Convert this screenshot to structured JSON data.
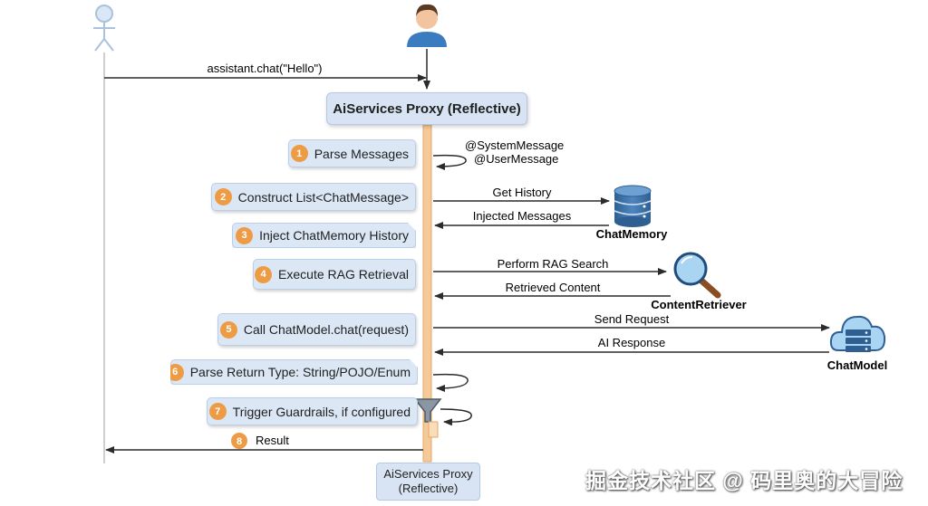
{
  "top_call": "assistant.chat(\"Hello\")",
  "proxy_top": "AiServices Proxy (Reflective)",
  "proxy_bottom": {
    "line1": "AiServices Proxy",
    "line2": "(Reflective)"
  },
  "annotations": {
    "system_message": "@SystemMessage",
    "user_message": "@UserMessage"
  },
  "steps": [
    {
      "num": "1",
      "label": "Parse Messages"
    },
    {
      "num": "2",
      "label": "Construct List<ChatMessage>"
    },
    {
      "num": "3",
      "label": "Inject ChatMemory History"
    },
    {
      "num": "4",
      "label": "Execute RAG Retrieval"
    },
    {
      "num": "5",
      "label": "Call ChatModel.chat(request)"
    },
    {
      "num": "6",
      "label": "Parse Return Type: String/POJO/Enum"
    },
    {
      "num": "7",
      "label": "Trigger Guardrails, if configured"
    },
    {
      "num": "8",
      "label": "Result"
    }
  ],
  "messages": {
    "get_history": "Get History",
    "injected_messages": "Injected Messages",
    "perform_rag": "Perform RAG Search",
    "retrieved_content": "Retrieved Content",
    "send_request": "Send Request",
    "ai_response": "AI Response"
  },
  "participants": {
    "chat_memory": "ChatMemory",
    "content_retriever": "ContentRetriever",
    "chat_model": "ChatModel"
  },
  "icons": [
    "actor-icon",
    "user-avatar-icon",
    "database-icon",
    "magnifier-icon",
    "cloud-server-icon",
    "funnel-icon"
  ],
  "colors": {
    "lifeline": "#f5c998",
    "badge": "#ee9b45",
    "box": "#dbe7f5",
    "arrow": "#2b2b2b"
  },
  "watermark": "掘金技术社区 @ 码里奥的大冒险"
}
